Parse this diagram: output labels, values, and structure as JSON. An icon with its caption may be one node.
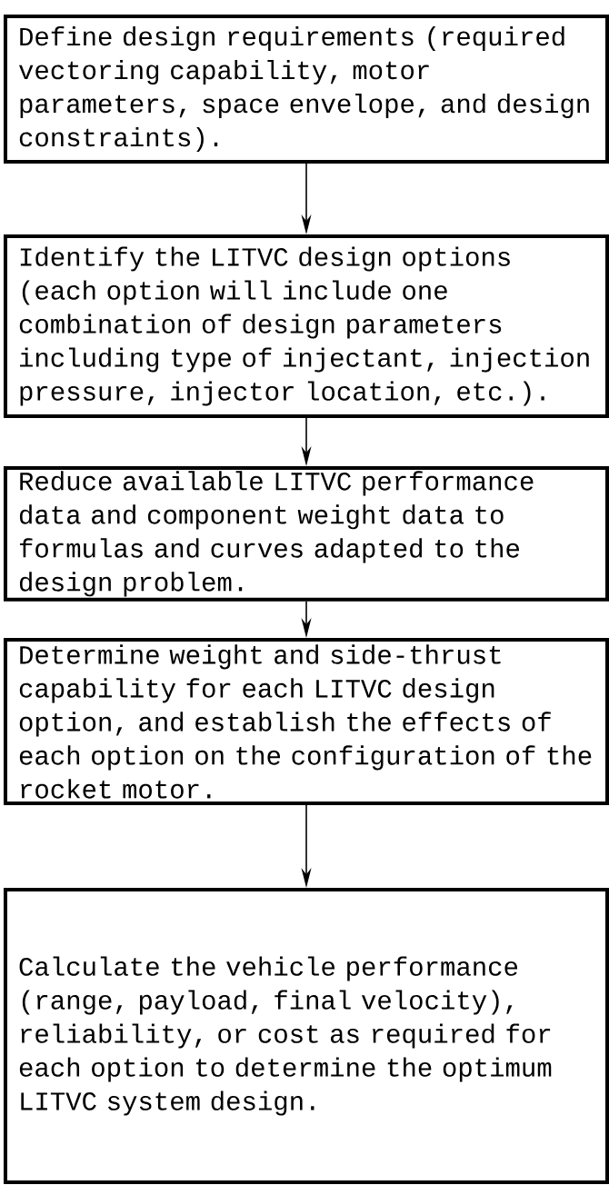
{
  "diagram": {
    "nodes": [
      {
        "text": [
          "Define design requirements (required vectoring capability, motor parameters, space envelope, and design constraints)."
        ]
      },
      {
        "text": [
          "Identify the LITVC design options (each option will include one combination of design parameters including type of injectant, injection pressure, injector location, etc.)."
        ]
      },
      {
        "text": [
          "Reduce available LITVC performance data and component weight data to formulas and curves adapted to the design problem."
        ]
      },
      {
        "text": [
          "Determine weight and side-thrust capability for each LITVC design option, and establish the effects of each option on the configuration of the rocket motor."
        ]
      },
      {
        "text": [
          "Calculate the vehicle performance (range, payload, final velocity), reliability, or cost as required for each option to determine the optimum LITVC system design."
        ]
      }
    ],
    "edges": [
      {
        "from": 0,
        "to": 1,
        "arrow": "to"
      },
      {
        "from": 1,
        "to": 2,
        "arrow": "to"
      },
      {
        "from": 2,
        "to": 3,
        "arrow": "to"
      },
      {
        "from": 3,
        "to": 4,
        "arrow": "to"
      }
    ]
  }
}
